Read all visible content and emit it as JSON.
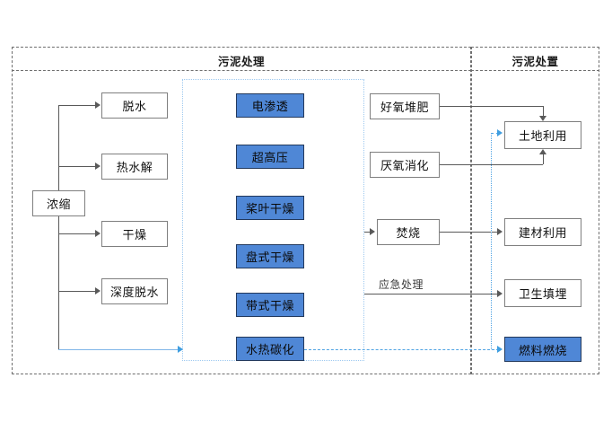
{
  "diagram": {
    "sections": [
      {
        "id": "treatment",
        "title": "污泥处理"
      },
      {
        "id": "disposal",
        "title": "污泥处置"
      }
    ],
    "nodes": {
      "source": {
        "label": "浓缩"
      },
      "pretreatment": [
        {
          "label": "脱水"
        },
        {
          "label": "热水解"
        },
        {
          "label": "干燥"
        },
        {
          "label": "深度脱水"
        }
      ],
      "technologies": [
        {
          "label": "电渗透"
        },
        {
          "label": "超高压"
        },
        {
          "label": "桨叶干燥"
        },
        {
          "label": "盘式干燥"
        },
        {
          "label": "带式干燥"
        },
        {
          "label": "水热碳化"
        }
      ],
      "conversion": [
        {
          "label": "好氧堆肥"
        },
        {
          "label": "厌氧消化"
        },
        {
          "label": "焚烧"
        }
      ],
      "outcomes": [
        {
          "label": "土地利用"
        },
        {
          "label": "建材利用"
        },
        {
          "label": "卫生填埋"
        },
        {
          "label": "燃料燃烧"
        }
      ]
    },
    "edge_labels": [
      {
        "label": "应急处理"
      }
    ],
    "colors": {
      "tech_box_fill": "#4f87d6",
      "tech_box_border": "#23395c",
      "plain_box_border": "#7f7f7f",
      "section_border": "#6f6f6f",
      "dotted_container_border": "#9ec9f0",
      "connector": "#595959",
      "blue_connector": "#4fa3e3"
    }
  }
}
